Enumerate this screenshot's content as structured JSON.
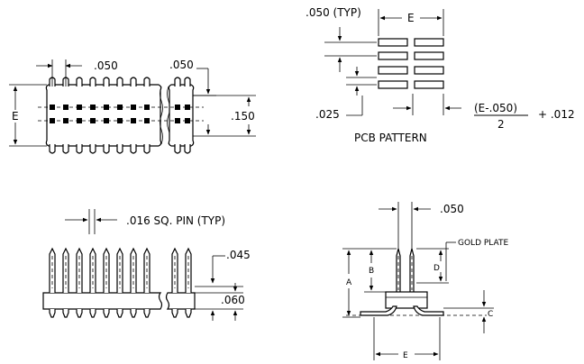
{
  "top_left_view": {
    "pitch_label": ".050",
    "pitch_label_right": ".050",
    "height_label": "E",
    "row_spacing_label": ".150"
  },
  "pcb_pattern": {
    "title": "PCB PATTERN",
    "pitch_typ_label": ".050 (TYP)",
    "width_label": "E",
    "pad_width_label": ".025",
    "formula_numerator": "(E-.050)",
    "formula_denominator": "2",
    "formula_suffix": "+ .012"
  },
  "front_view": {
    "pin_label": ".016 SQ. PIN (TYP)",
    "dim_045": ".045",
    "dim_060": ".060"
  },
  "side_view": {
    "pin_spacing_label": ".050",
    "gold_plate_label": "GOLD PLATE",
    "dim_a": "A",
    "dim_b": "B",
    "dim_c": "C",
    "dim_d": "D",
    "dim_e": "E"
  }
}
